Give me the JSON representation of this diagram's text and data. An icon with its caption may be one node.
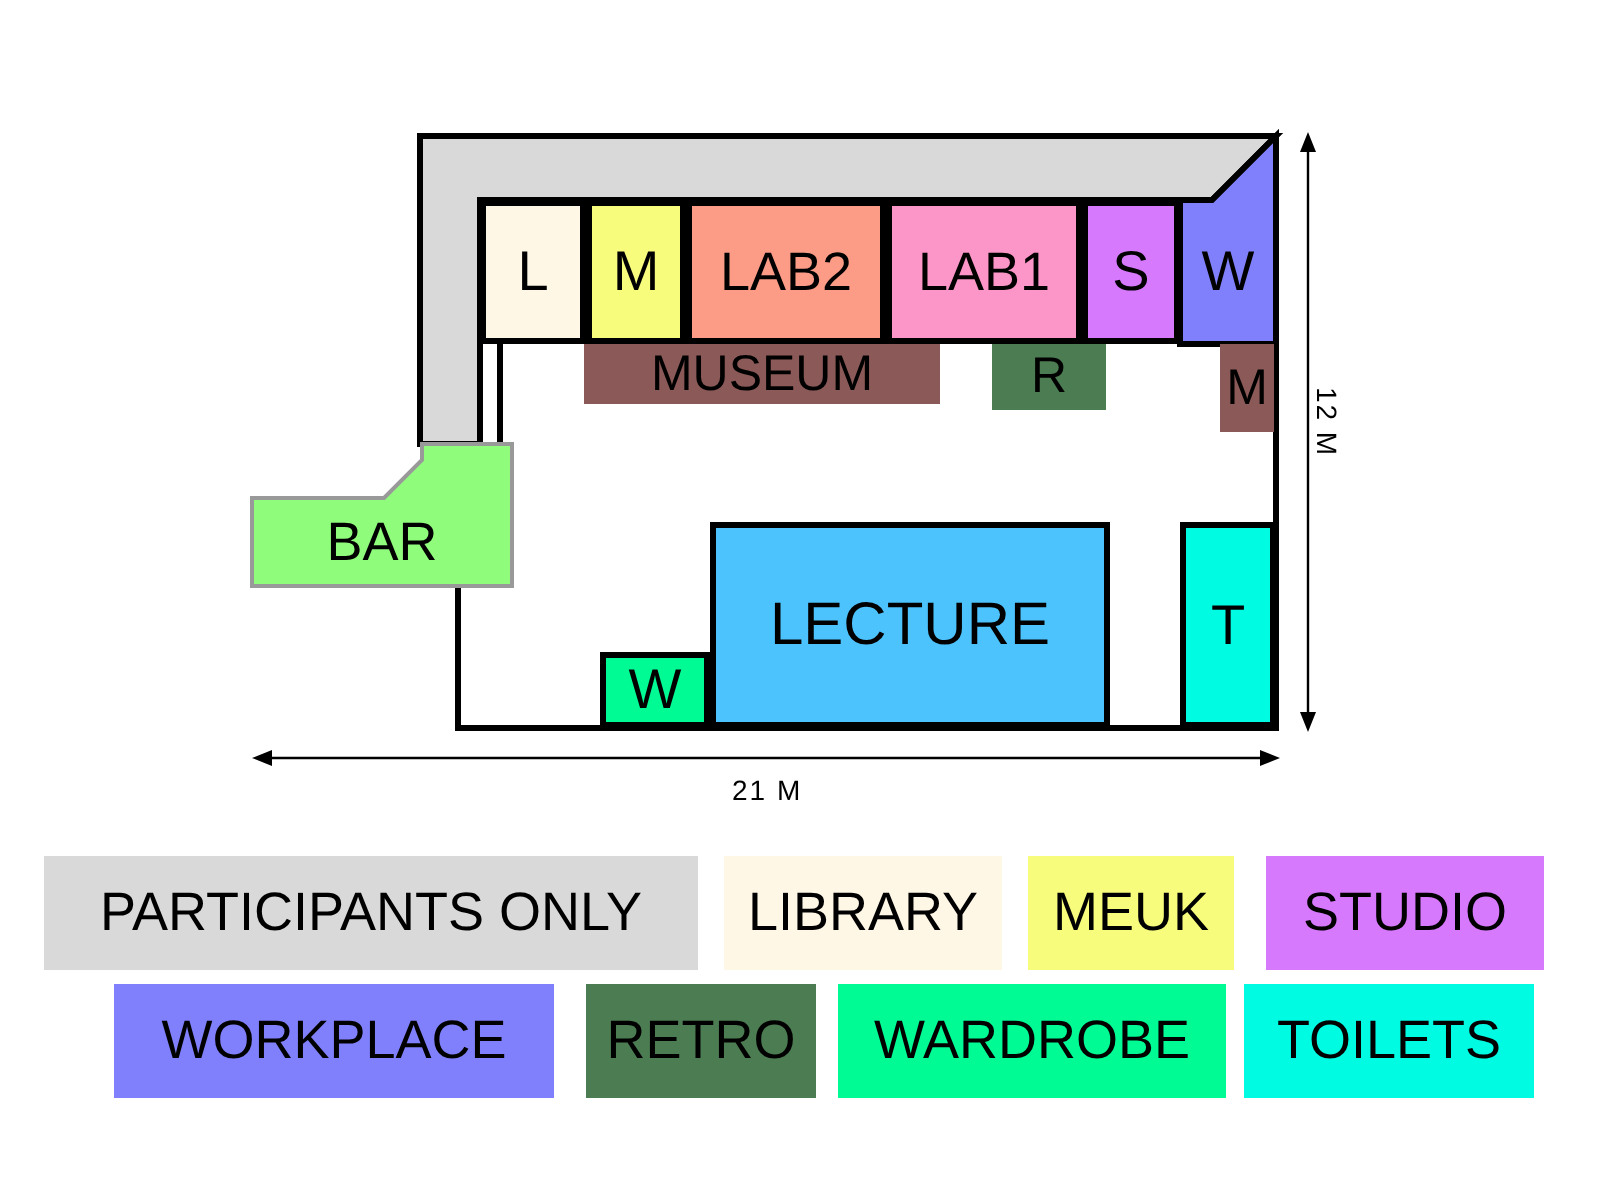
{
  "diagram": {
    "nodes": [
      {
        "text": [
          "L"
        ]
      },
      {
        "text": [
          "M"
        ]
      },
      {
        "text": [
          "LAB2"
        ]
      },
      {
        "text": [
          "LAB1"
        ]
      },
      {
        "text": [
          "S"
        ]
      },
      {
        "text": [
          "W"
        ]
      },
      {
        "text": [
          "MUSEUM"
        ]
      },
      {
        "text": [
          "R"
        ]
      },
      {
        "text": [
          "M"
        ]
      },
      {
        "text": [
          "BAR"
        ]
      },
      {
        "text": [
          "W"
        ]
      },
      {
        "text": [
          "LECTURE"
        ]
      },
      {
        "text": [
          "T"
        ]
      }
    ],
    "labels": [
      "21 M",
      "12 M"
    ],
    "legend": [
      {
        "text": "PARTICIPANTS ONLY",
        "color": "#d9d9d9"
      },
      {
        "text": "LIBRARY",
        "color": "#fef7e5"
      },
      {
        "text": "MEUK",
        "color": "#f7fc7c"
      },
      {
        "text": "STUDIO",
        "color": "#d679fd"
      },
      {
        "text": "WORKPLACE",
        "color": "#8080fc"
      },
      {
        "text": "RETRO",
        "color": "#4c7c52"
      },
      {
        "text": "WARDROBE",
        "color": "#00fb94"
      },
      {
        "text": "TOILETS",
        "color": "#00fbe3"
      }
    ]
  }
}
